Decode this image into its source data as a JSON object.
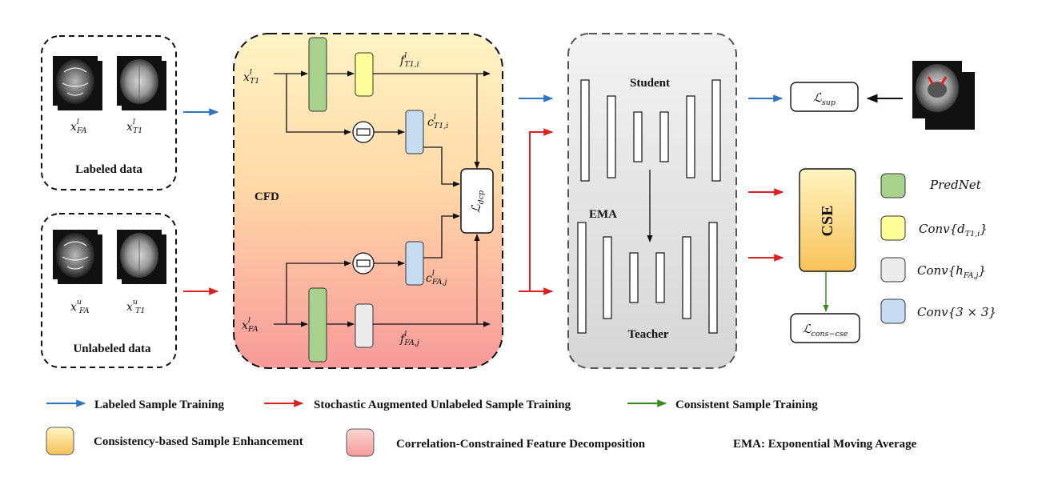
{
  "inputs": {
    "labeled": {
      "title": "Labeled data",
      "fa": {
        "base": "x",
        "sub": "FA",
        "sup": "l"
      },
      "t1": {
        "base": "x",
        "sub": "T1",
        "sup": "l"
      }
    },
    "unlabeled": {
      "title": "Unlabeled data",
      "fa": {
        "base": "x",
        "sub": "FA",
        "sup": "u"
      },
      "t1": {
        "base": "x",
        "sub": "T1",
        "sup": "u"
      }
    }
  },
  "cfd": {
    "title": "CFD",
    "input_t1": {
      "base": "x",
      "sub": "T1",
      "sup": "l"
    },
    "input_fa": {
      "base": "x",
      "sub": "FA",
      "sup": "l"
    },
    "f_t1": {
      "base": "f",
      "sub": "T1,i",
      "sup": "l"
    },
    "c_t1": {
      "base": "c",
      "sub": "T1,i",
      "sup": "l"
    },
    "c_fa": {
      "base": "c",
      "sub": "FA,j",
      "sup": "l"
    },
    "f_fa": {
      "base": "f",
      "sub": "FA,j",
      "sup": "l"
    },
    "loss": {
      "base": "ℒ",
      "sub": "dcp"
    }
  },
  "mean_teacher": {
    "student": "Student",
    "ema": "EMA",
    "teacher": "Teacher"
  },
  "losses": {
    "sup": {
      "base": "ℒ",
      "sub": "sup"
    },
    "cons": {
      "base": "ℒ",
      "sub": "cons−cse"
    }
  },
  "cse": {
    "title": "CSE"
  },
  "key": [
    {
      "name": "PredNet",
      "color": "#a9d18e"
    },
    {
      "name": "Conv{d",
      "sub": "T1,i",
      "suffix": "}",
      "color": "#ffff99"
    },
    {
      "name": "Conv{h",
      "sub": "FA,j",
      "suffix": "}",
      "color": "#ebebeb"
    },
    {
      "name": "Conv{3 × 3}",
      "color": "#c5dcf2"
    }
  ],
  "legend": {
    "blue": {
      "label": "Labeled Sample Training",
      "color": "#2f75c4"
    },
    "red": {
      "label": "Stochastic Augmented Unlabeled Sample Training",
      "color": "#e02020"
    },
    "green": {
      "label": "Consistent Sample Training",
      "color": "#3b8a20"
    },
    "cse_swatch": "Consistency-based Sample Enhancement",
    "cfd_swatch": "Correlation-Constrained Feature Decomposition",
    "ema_note": "EMA: Exponential Moving Average"
  }
}
